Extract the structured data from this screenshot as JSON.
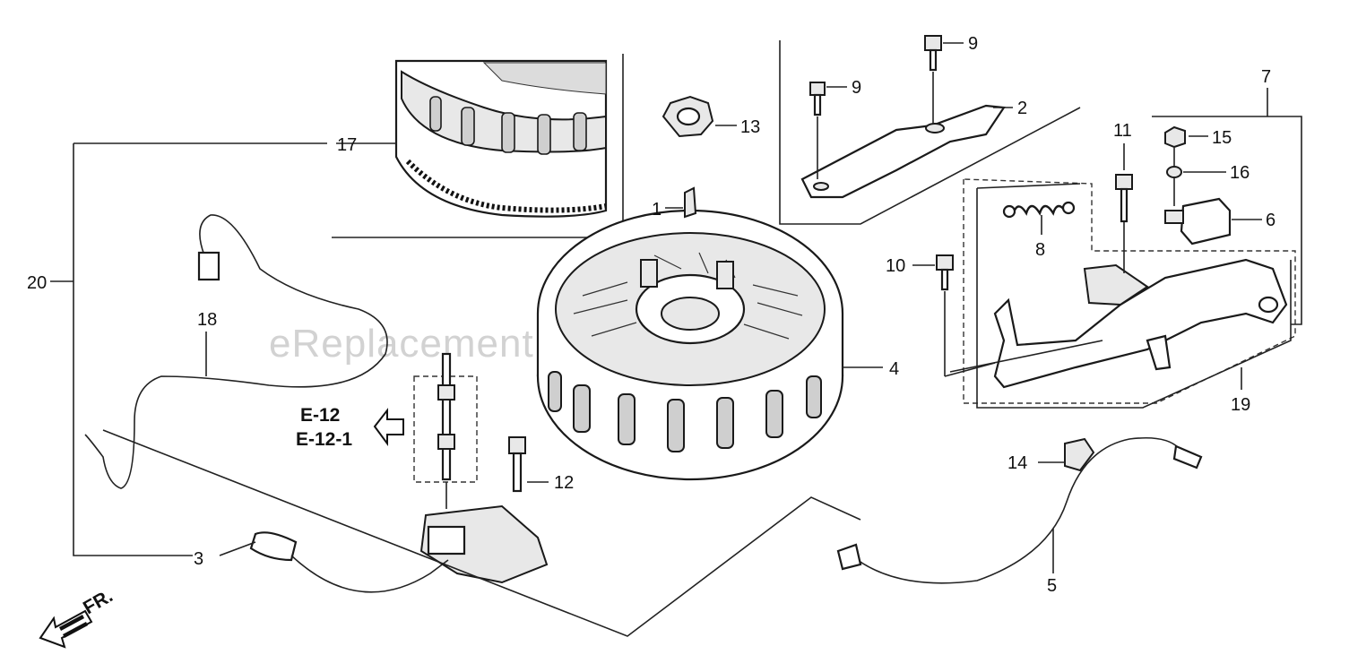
{
  "labels": {
    "p1": "1",
    "p2": "2",
    "p3": "3",
    "p4": "4",
    "p5": "5",
    "p6": "6",
    "p7": "7",
    "p8": "8",
    "p9a": "9",
    "p9b": "9",
    "p10": "10",
    "p11": "11",
    "p12": "12",
    "p13": "13",
    "p14": "14",
    "p15": "15",
    "p16": "16",
    "p17": "17",
    "p18": "18",
    "p19": "19",
    "p20": "20"
  },
  "refs": {
    "ref1": "E-12",
    "ref2": "E-12-1"
  },
  "front_marker": "FR.",
  "watermark": "eReplacementParts.com"
}
